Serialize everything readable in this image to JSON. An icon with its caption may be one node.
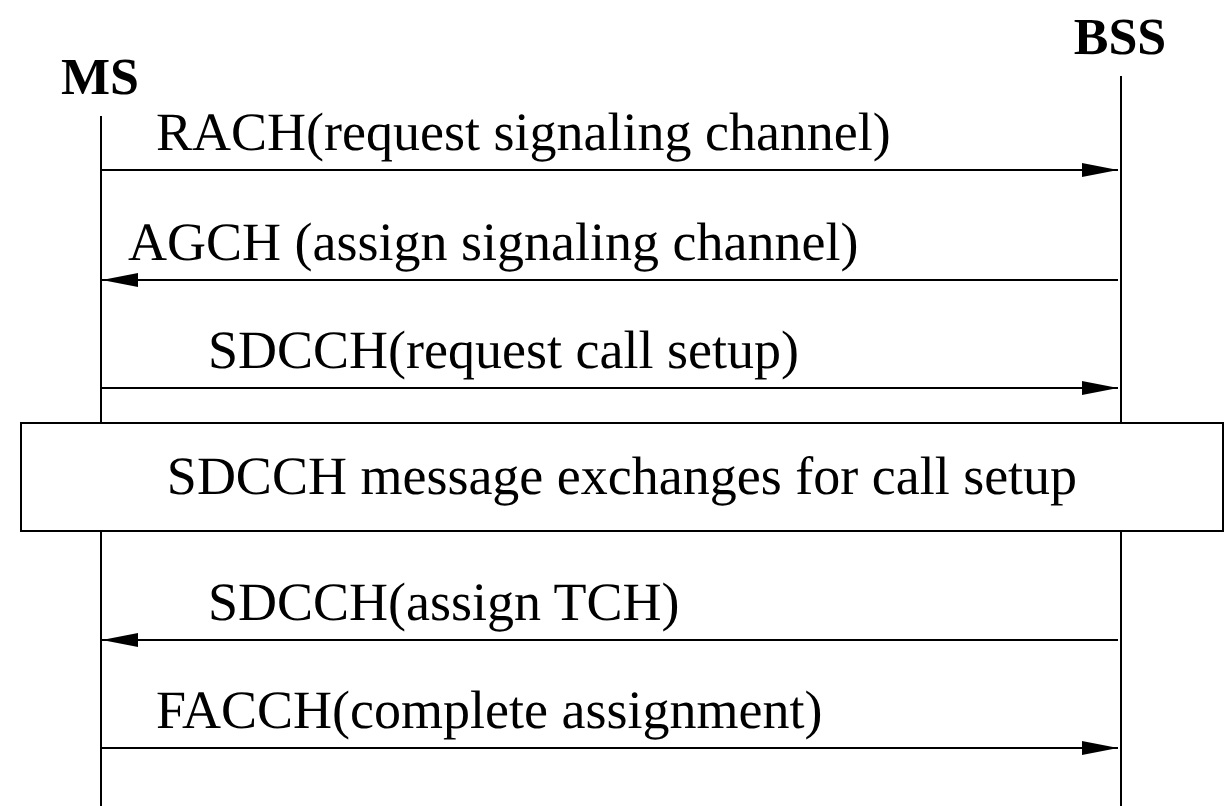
{
  "diagram": {
    "nodes": [
      {
        "text": [
          "MS"
        ]
      },
      {
        "text": [
          "BSS"
        ]
      },
      {
        "text": [
          "SDCCH message exchanges for call setup"
        ]
      }
    ],
    "edges": [
      {
        "from": 0,
        "to": 1,
        "arrow": "to",
        "label": "RACH(request signaling channel)"
      },
      {
        "from": 1,
        "to": 0,
        "arrow": "to",
        "label": "AGCH (assign signaling channel)"
      },
      {
        "from": 0,
        "to": 1,
        "arrow": "to",
        "label": "SDCCH(request call setup)"
      },
      {
        "from": 1,
        "to": 0,
        "arrow": "to",
        "label": "SDCCH(assign TCH)"
      },
      {
        "from": 0,
        "to": 1,
        "arrow": "to",
        "label": "FACCH(complete assignment)"
      }
    ]
  }
}
